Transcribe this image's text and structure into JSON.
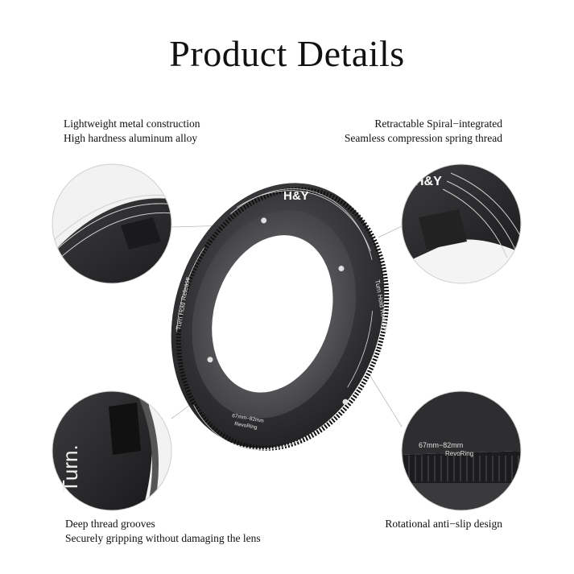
{
  "title": "Product Details",
  "features": {
    "top_left": [
      "Lightweight metal construction",
      "High hardness aluminum alloy"
    ],
    "top_right": [
      "Retractable Spiral−integrated",
      "Seamless compression spring thread"
    ],
    "bottom_left": [
      "Deep thread grooves",
      "Securely gripping without damaging the lens"
    ],
    "bottom_right": [
      "Rotational anti−slip design"
    ]
  },
  "ring": {
    "brand": "H&Y",
    "release_text": "Turn Hold Release",
    "size_text": "67mm−82mm",
    "model_text": "RevoRing"
  },
  "details": {
    "top_right_brand": "H&Y",
    "bottom_left_text": "Turn.",
    "bottom_right_size": "67mm−82mm",
    "bottom_right_model": "RevoRing"
  },
  "colors": {
    "background": "#ffffff",
    "metal_dark": "#2b2b2d",
    "metal_mid": "#4a4a4d",
    "ring_text": "#e8e8e8"
  }
}
